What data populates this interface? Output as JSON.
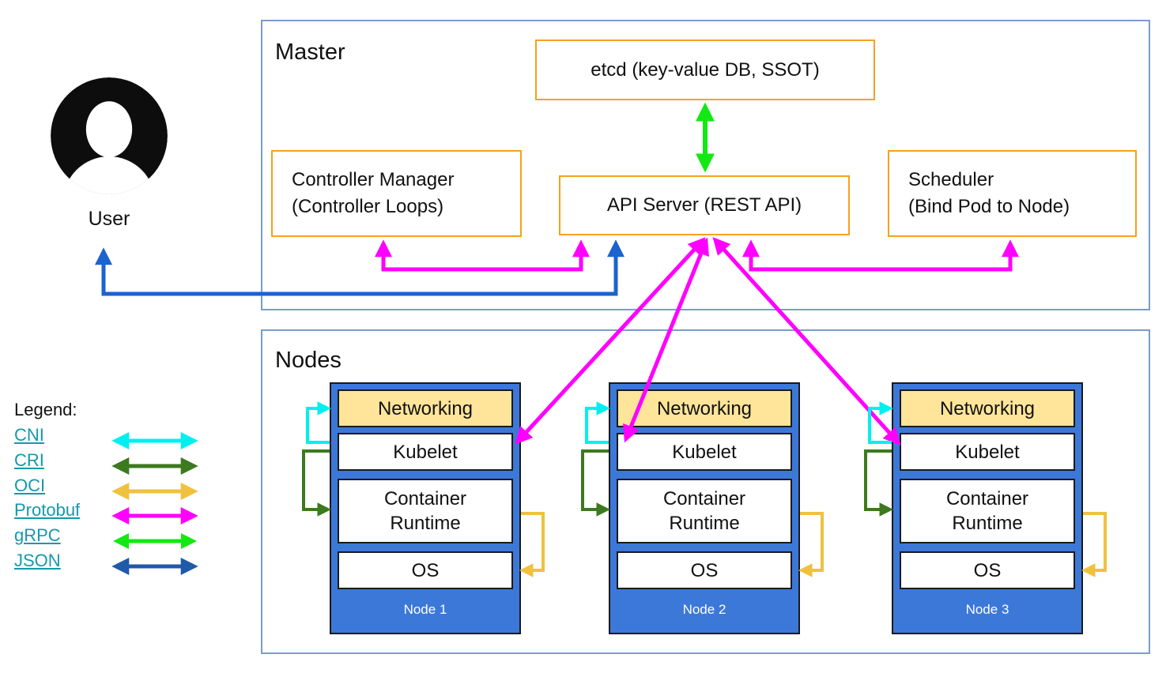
{
  "master": {
    "title": "Master",
    "etcd_label": "etcd (key-value DB, SSOT)",
    "api_server_label": "API Server (REST API)",
    "controller_manager": {
      "line1": "Controller Manager",
      "line2": "(Controller Loops)"
    },
    "scheduler": {
      "line1": "Scheduler",
      "line2": "(Bind Pod to Node)"
    }
  },
  "nodes_section": {
    "title": "Nodes",
    "nodes": [
      {
        "name": "Node 1",
        "layers": [
          "Networking",
          "Kubelet",
          "Container Runtime",
          "OS"
        ]
      },
      {
        "name": "Node 2",
        "layers": [
          "Networking",
          "Kubelet",
          "Container Runtime",
          "OS"
        ]
      },
      {
        "name": "Node 3",
        "layers": [
          "Networking",
          "Kubelet",
          "Container Runtime",
          "OS"
        ]
      }
    ]
  },
  "user": {
    "label": "User"
  },
  "legend": {
    "title": "Legend:",
    "items": [
      {
        "label": "CNI",
        "color": "#00F0F0"
      },
      {
        "label": "CRI",
        "color": "#3B7A1E"
      },
      {
        "label": "OCI",
        "color": "#F0C13F"
      },
      {
        "label": "Protobuf",
        "color": "#FF00FF"
      },
      {
        "label": "gRPC",
        "color": "#12E912"
      },
      {
        "label": "JSON",
        "color": "#1F5AA8"
      }
    ]
  },
  "colors": {
    "orange_box_border": "#F7A11E",
    "node_blue": "#3C78D8",
    "networking_fill": "#FFE599",
    "frame_border": "#7A9CCB",
    "user_arrow_blue": "#1C63CE",
    "legend_link": "#1499AC"
  }
}
